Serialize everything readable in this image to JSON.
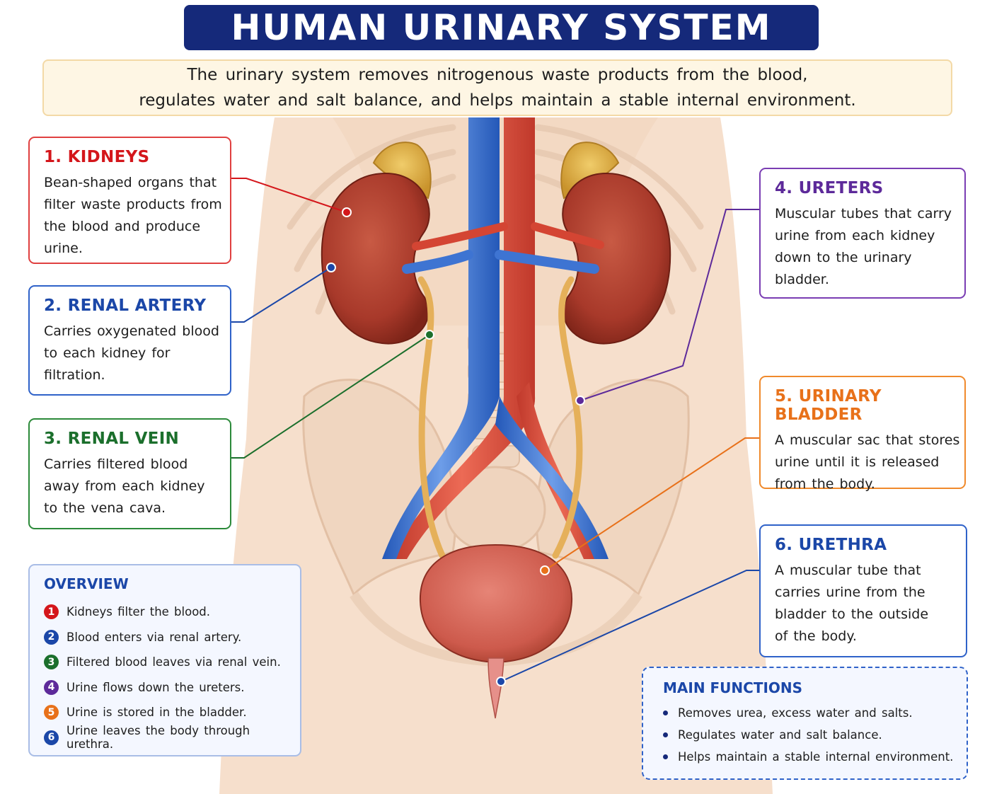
{
  "title": "HUMAN URINARY SYSTEM",
  "intro": {
    "line1": "The urinary system removes nitrogenous waste products from the blood,",
    "line2": "regulates water and salt balance, and helps maintain a stable internal environment."
  },
  "colors": {
    "kidneys": "#d4161b",
    "renal_artery": "#1b47a8",
    "renal_vein": "#1b6f2c",
    "ureters": "#5d2a9a",
    "bladder": "#e8711a",
    "urethra": "#1b47a8",
    "title_bg": "#15297a"
  },
  "labels": {
    "kidneys": {
      "heading": "1. KIDNEYS",
      "lines": [
        "Bean-shaped organs that",
        "filter waste products from",
        "the blood and produce",
        "urine."
      ]
    },
    "renal_artery": {
      "heading": "2. RENAL ARTERY",
      "lines": [
        "Carries oxygenated blood",
        "to each kidney for",
        "filtration."
      ]
    },
    "renal_vein": {
      "heading": "3. RENAL VEIN",
      "lines": [
        "Carries filtered blood",
        "away from each kidney",
        "to the vena cava."
      ]
    },
    "ureters": {
      "heading": "4. URETERS",
      "lines": [
        "Muscular tubes that carry",
        "urine from each kidney",
        "down to the urinary",
        "bladder."
      ]
    },
    "bladder": {
      "heading": "5. URINARY BLADDER",
      "lines": [
        "A muscular sac that stores",
        "urine until it is released",
        "from the body."
      ]
    },
    "urethra": {
      "heading": "6. URETHRA",
      "lines": [
        "A muscular tube that",
        "carries urine from the",
        "bladder to the outside",
        "of the body."
      ]
    }
  },
  "overview": {
    "heading": "OVERVIEW",
    "items": [
      {
        "num": "1",
        "text": "Kidneys filter the blood.",
        "color": "#d4161b"
      },
      {
        "num": "2",
        "text": "Blood enters via renal artery.",
        "color": "#1b47a8"
      },
      {
        "num": "3",
        "text": "Filtered blood leaves via renal vein.",
        "color": "#1b6f2c"
      },
      {
        "num": "4",
        "text": "Urine flows down the ureters.",
        "color": "#5d2a9a"
      },
      {
        "num": "5",
        "text": "Urine is stored in the bladder.",
        "color": "#e8711a"
      },
      {
        "num": "6",
        "text": "Urine leaves the body through urethra.",
        "color": "#1b47a8"
      }
    ]
  },
  "functions": {
    "heading": "MAIN FUNCTIONS",
    "items": [
      "Removes urea, excess water and salts.",
      "Regulates water and salt balance.",
      "Helps maintain a stable internal environment."
    ]
  }
}
